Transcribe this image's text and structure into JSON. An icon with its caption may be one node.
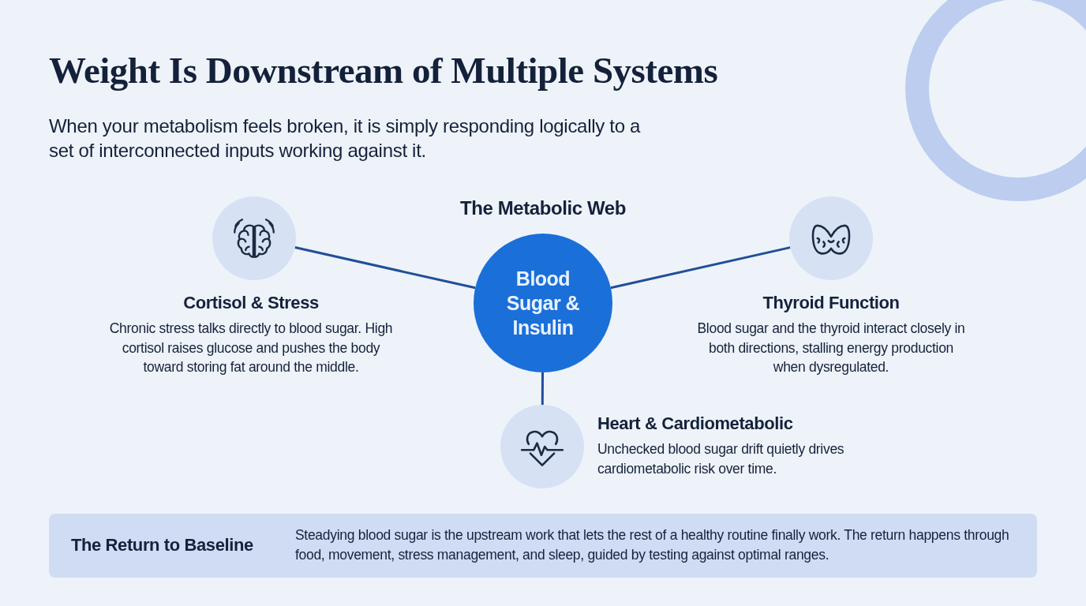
{
  "diagram": {
    "title": "Weight Is Downstream of Multiple Systems",
    "caption": "When your metabolism feels broken, it is simply responding logically to a set of interconnected inputs working against it.",
    "nodes": [
      {
        "text": [
          "Blood Sugar & Insulin"
        ]
      },
      {
        "text": [],
        "shape": "circle",
        "beside": [
          "Cortisol & Stress",
          "Chronic stress talks directly to blood sugar. High cortisol raises glucose and pushes the body toward storing fat around the middle."
        ]
      },
      {
        "text": [],
        "shape": "circle",
        "beside": [
          "Thyroid Function",
          "Blood sugar and the thyroid interact closely in both directions, stalling energy production when dysregulated."
        ]
      },
      {
        "text": [],
        "shape": "circle",
        "beside": [
          "Heart & Cardiometabolic",
          "Unchecked blood sugar drift quietly drives cardiometabolic risk over time."
        ]
      },
      {
        "text": [
          "The Return to Baseline",
          "Steadying blood sugar is the upstream work that lets the rest of a healthy routine finally work. The return happens through food, movement, stress management, and sleep, guided by testing against optimal ranges."
        ]
      }
    ],
    "edges": [
      {
        "from": 1,
        "to": 0,
        "arrow": "none"
      },
      {
        "from": 0,
        "to": 2,
        "arrow": "none"
      },
      {
        "from": 0,
        "to": 3,
        "arrow": "none"
      }
    ],
    "labels": [
      "The Metabolic Web"
    ]
  }
}
